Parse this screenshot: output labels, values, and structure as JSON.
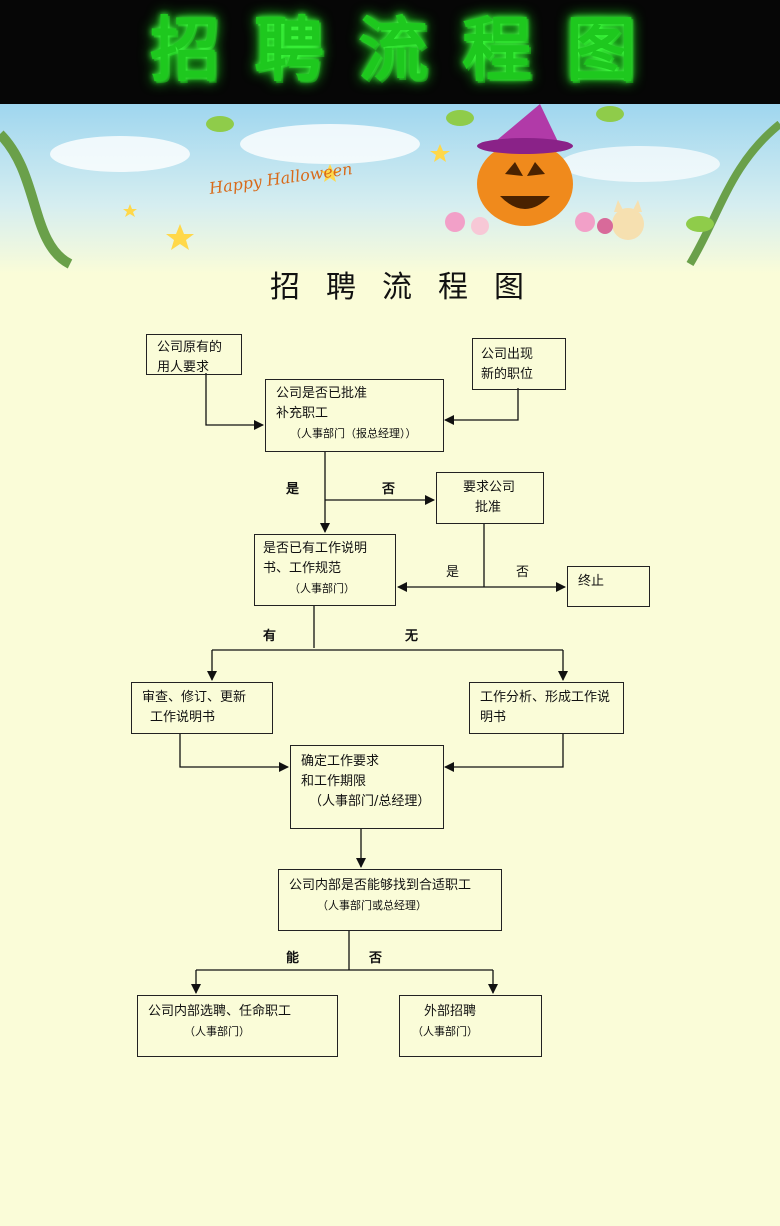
{
  "banner": {
    "title": "招聘流程图",
    "scene_text": "Happy Halloween"
  },
  "diagram": {
    "title": "招聘流程图",
    "nodes": {
      "original_req": {
        "line1": "公司原有的",
        "line2": "用人要求"
      },
      "new_position": {
        "line1": "公司出现",
        "line2": "新的职位"
      },
      "approve_check": {
        "line1": "公司是否已批准",
        "line2": "补充职工",
        "line3": "（人事部门（报总经理））"
      },
      "request_approval": {
        "line1": "要求公司",
        "line2": "批准"
      },
      "job_desc_check": {
        "line1": "是否已有工作说明",
        "line2": "书、工作规范",
        "line3": "（人事部门）"
      },
      "terminate": {
        "line1": "终止"
      },
      "review": {
        "line1": "审查、修订、更新",
        "line2": "工作说明书"
      },
      "analysis": {
        "line1": "工作分析、形成工作说",
        "line2": "明书"
      },
      "requirements": {
        "line1": "确定工作要求",
        "line2": "和工作期限",
        "line3": "（人事部门/总经理）"
      },
      "internal_check": {
        "line1": "公司内部是否能够找到合适职工",
        "line2": "（人事部门或总经理）"
      },
      "internal_hire": {
        "line1": "公司内部选聘、任命职工",
        "line2": "（人事部门）"
      },
      "external_hire": {
        "line1": "外部招聘",
        "line2": "（人事部门）"
      }
    },
    "labels": {
      "yes1": "是",
      "no1": "否",
      "yes2": "是",
      "no2": "否",
      "have": "有",
      "none": "无",
      "can": "能",
      "no3": "否"
    }
  }
}
